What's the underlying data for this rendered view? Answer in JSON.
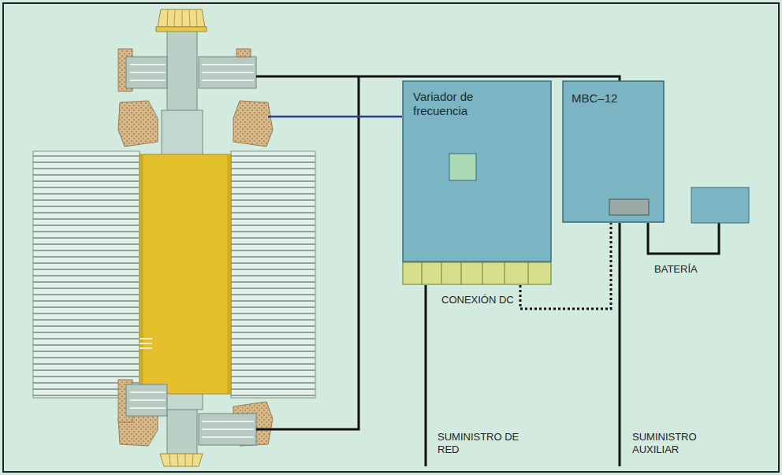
{
  "diagram": {
    "nodes": [
      {
        "text": [
          "Variador de frecuencia"
        ]
      },
      {
        "text": [
          "MBC–12"
        ]
      }
    ],
    "edges": [
      {
        "from": 0,
        "to": 1,
        "arrow": "none",
        "label": "CONEXIÓN DC"
      }
    ],
    "labels": [
      "BATERÍA",
      "SUMINISTRO DE RED",
      "SUMINISTRO AUXILIAR"
    ]
  }
}
